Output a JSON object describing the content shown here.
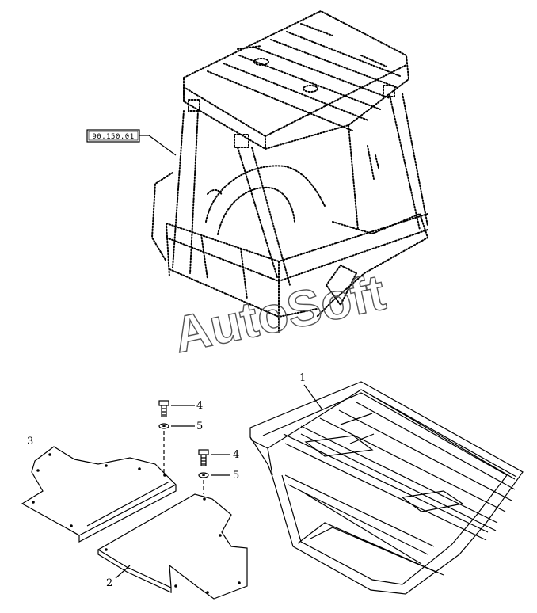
{
  "reference": {
    "code": "90.150.01"
  },
  "watermark": {
    "text": "AutoSoft"
  },
  "callouts": [
    {
      "id": "c1",
      "label": "1"
    },
    {
      "id": "c2",
      "label": "2"
    },
    {
      "id": "c3",
      "label": "3"
    },
    {
      "id": "c4a",
      "label": "4"
    },
    {
      "id": "c5a",
      "label": "5"
    },
    {
      "id": "c4b",
      "label": "4"
    },
    {
      "id": "c5b",
      "label": "5"
    }
  ]
}
